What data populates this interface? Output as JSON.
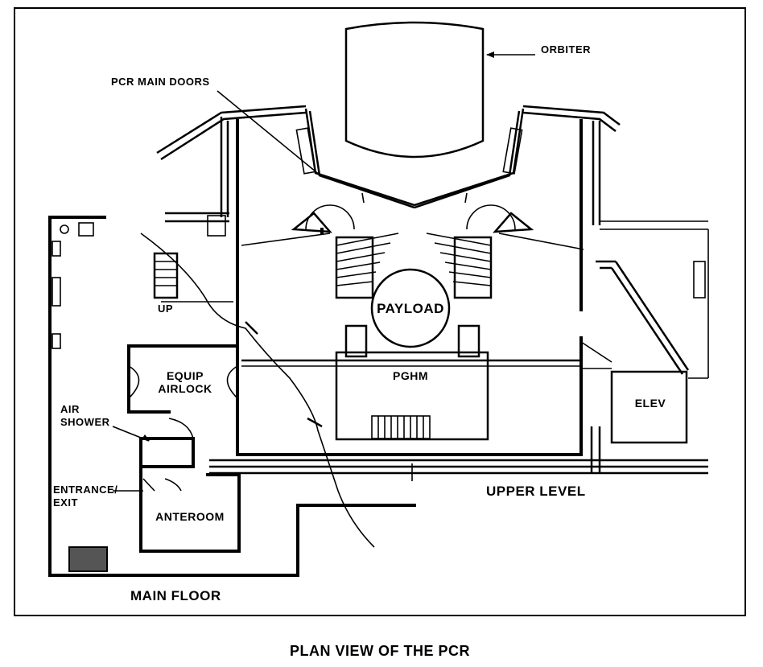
{
  "diagram": {
    "labels": {
      "orbiter": "ORBITER",
      "pcr_main_doors": "PCR MAIN DOORS",
      "payload": "PAYLOAD",
      "pghm": "PGHM",
      "up": "UP",
      "equip_airlock_line1": "EQUIP",
      "equip_airlock_line2": "AIRLOCK",
      "air_shower_line1": "AIR",
      "air_shower_line2": "SHOWER",
      "entrance_exit_line1": "ENTRANCE/",
      "entrance_exit_line2": "EXIT",
      "anteroom": "ANTEROOM",
      "elev": "ELEV",
      "upper_level": "UPPER LEVEL",
      "main_floor": "MAIN FLOOR"
    },
    "caption": "PLAN VIEW OF THE PCR"
  }
}
